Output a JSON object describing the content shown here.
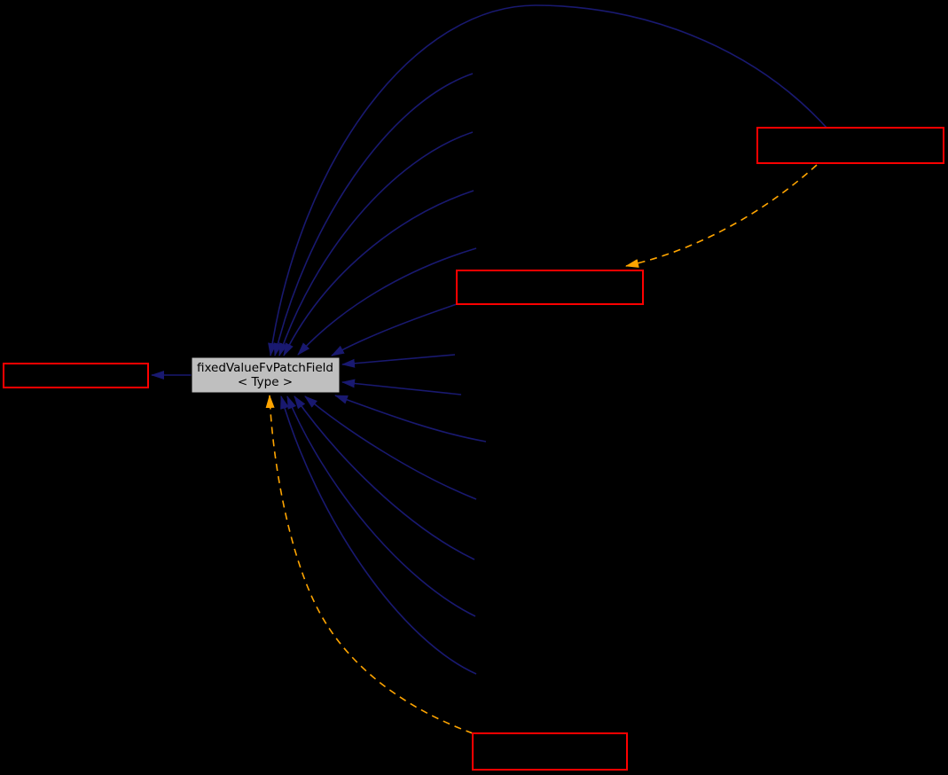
{
  "diagram": {
    "kind": "class-inheritance-graph",
    "background_color": "#000000",
    "palette": {
      "inheritance_edge_color": "#191970",
      "template_edge_color": "#ffa500",
      "linked_node_border_color": "#ff0000",
      "current_node_fill": "#bfbfbf",
      "current_node_text_color": "#000000"
    },
    "current_node": {
      "label_line1": "fixedValueFvPatchField",
      "label_line2": "< Type >"
    },
    "linked_nodes": [
      {
        "id": "node-left",
        "label": ""
      },
      {
        "id": "node-middle",
        "label": ""
      },
      {
        "id": "node-top-right",
        "label": ""
      },
      {
        "id": "node-bottom",
        "label": ""
      }
    ],
    "edges": {
      "solid_inheritance_count": 14,
      "dashed_template_count": 2
    }
  }
}
